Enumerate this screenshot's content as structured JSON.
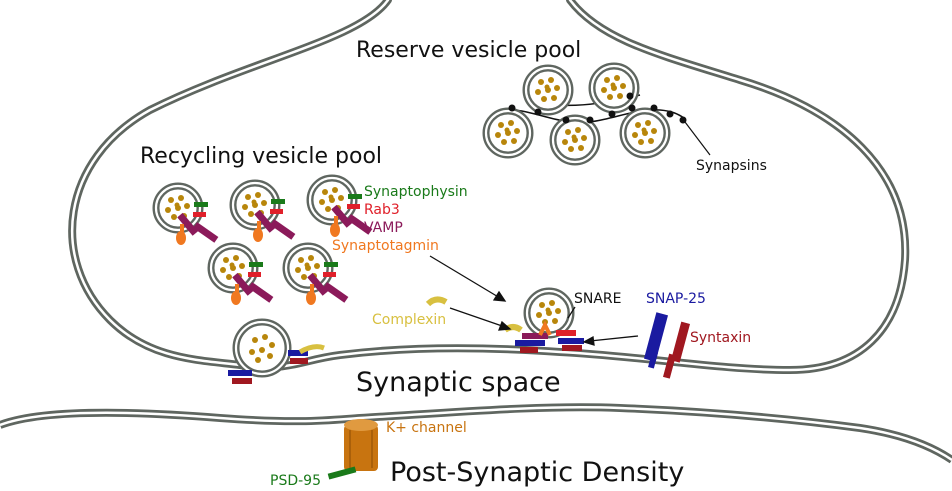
{
  "labels": {
    "reserve_pool": "Reserve vesicle pool",
    "recycling_pool": "Recycling vesicle pool",
    "synapsins": "Synapsins",
    "synaptophysin": "Synaptophysin",
    "rab3": "Rab3",
    "vamp": "VAMP",
    "synaptotagmin": "Synaptotagmin",
    "snare": "SNARE",
    "snap25": "SNAP-25",
    "syntaxin": "Syntaxin",
    "complexin": "Complexin",
    "synaptic_space": "Synaptic space",
    "k_channel": "K+ channel",
    "psd95": "PSD-95",
    "psd": "Post-Synaptic Density"
  },
  "colors": {
    "membrane": "#5f6660",
    "vesicle_fill": "#b8860b",
    "synaptophysin": "#1a7a1a",
    "rab3": "#e0202a",
    "vamp": "#8b1a5a",
    "synaptotagmin": "#f07820",
    "snap25": "#1a1aa0",
    "syntaxin": "#a01820",
    "complexin": "#d8c040",
    "k_channel": "#c87410",
    "psd95": "#1a7a1a"
  }
}
